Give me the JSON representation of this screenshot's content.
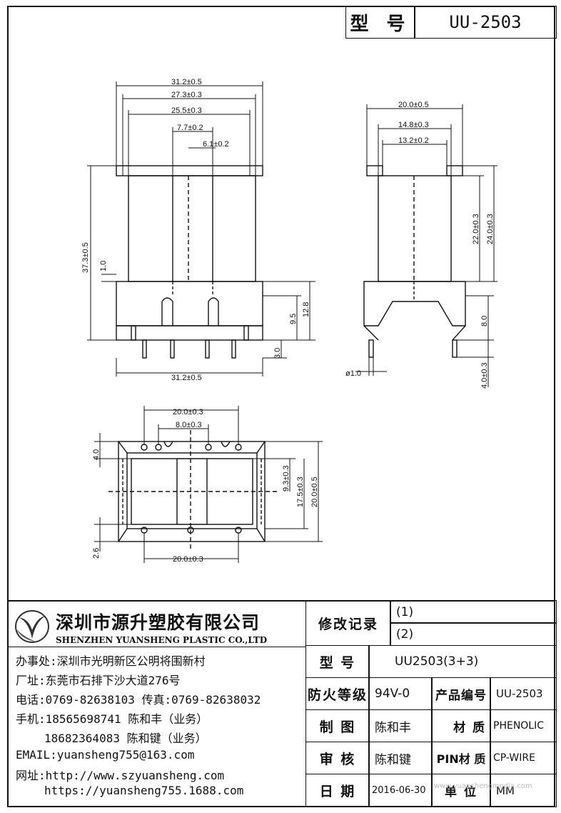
{
  "header": {
    "type_label": "型 号",
    "model": "UU-2503"
  },
  "drawing": {
    "front": {
      "dims": [
        "31.2±0.5",
        "27.3±0.3",
        "25.5±0.3",
        "7.7±0.2",
        "6.1±0.2",
        "37.3±0.5",
        "1.0",
        "9.5",
        "12.8",
        "3.0",
        "31.2±0.5"
      ]
    },
    "side": {
      "dims": [
        "20.0±0.5",
        "14.8±0.3",
        "13.2±0.2",
        "22.0±0.3",
        "24.0±0.3",
        "8.0",
        "ø1.0",
        "4.0±0.3"
      ]
    },
    "bottom": {
      "dims": [
        "20.0±0.3",
        "8.0±0.3",
        "4.0",
        "9.3±0.3",
        "17.5±0.3",
        "20.0±0.5",
        "2.6",
        "20.0±0.3"
      ]
    }
  },
  "company": {
    "name_cn": "深圳市源升塑胶有限公司",
    "name_en": "SHENZHEN YUANSHENG PLASTIC CO.,LTD",
    "office": "办事处:深圳市光明新区公明将围新村",
    "factory": "厂址:东莞市石排下沙大道276号",
    "phone": "电话:0769-82638103 传真:0769-82638032",
    "mobile1": "手机:18565698741 陈和丰（业务）",
    "mobile2": "18682364083 陈和键（业务）",
    "email": "EMAIL:yuansheng755@163.com",
    "web1": "网址:http://www.szyuansheng.com",
    "web2": "https://yuansheng755.1688.com"
  },
  "titleblock": {
    "revision_label": "修改记录",
    "rev1": "(1)",
    "rev2": "(2)",
    "type_label": "型 号",
    "type_value": "UU2503(3+3)",
    "fire_label": "防火等级",
    "fire_value": "94V-0",
    "code_label": "产品编号",
    "code_value": "UU-2503",
    "draw_label": "制 图",
    "draw_value": "陈和丰",
    "material_label": "材 质",
    "material_value": "PHENOLIC",
    "review_label": "审 核",
    "review_value": "陈和键",
    "pin_label": "PIN材 质",
    "pin_value": "CP-WIRE",
    "date_label": "日 期",
    "date_value": "2016-06-30",
    "unit_label": "单 位",
    "unit_value": "MM"
  },
  "watermark": "www.yuanshengmedia.com"
}
